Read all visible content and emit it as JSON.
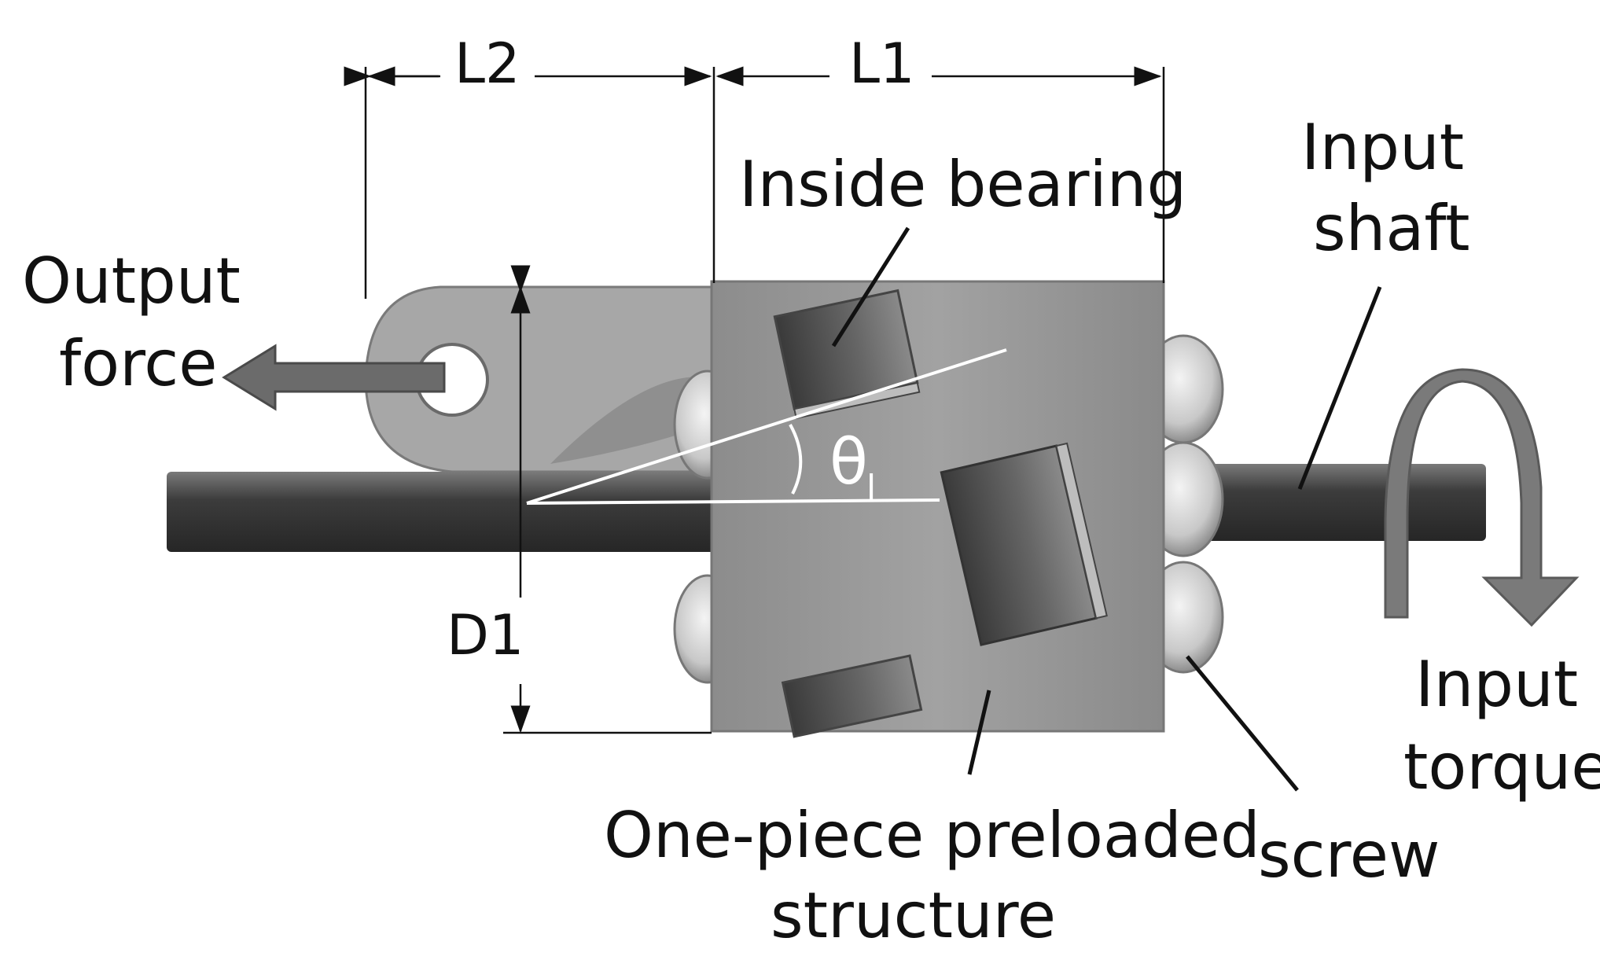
{
  "labels": {
    "output_force": [
      "Output",
      "force"
    ],
    "inside_bearing": "Inside bearing",
    "input_shaft": [
      "Input",
      "shaft"
    ],
    "input_torque": [
      "Input",
      "torque"
    ],
    "screw": "screw",
    "structure": [
      "One-piece preloaded",
      "structure"
    ]
  },
  "dimensions": {
    "L1": "L1",
    "L2": "L2",
    "D1": "D1",
    "theta_symbol": "θ",
    "theta_subscript": "l"
  },
  "colors": {
    "body": "#9a9a9a",
    "body_dark": "#6e6e6e",
    "shaft": "#4a4a4a",
    "arrow": "#6a6a6a",
    "ink": "#111111"
  }
}
